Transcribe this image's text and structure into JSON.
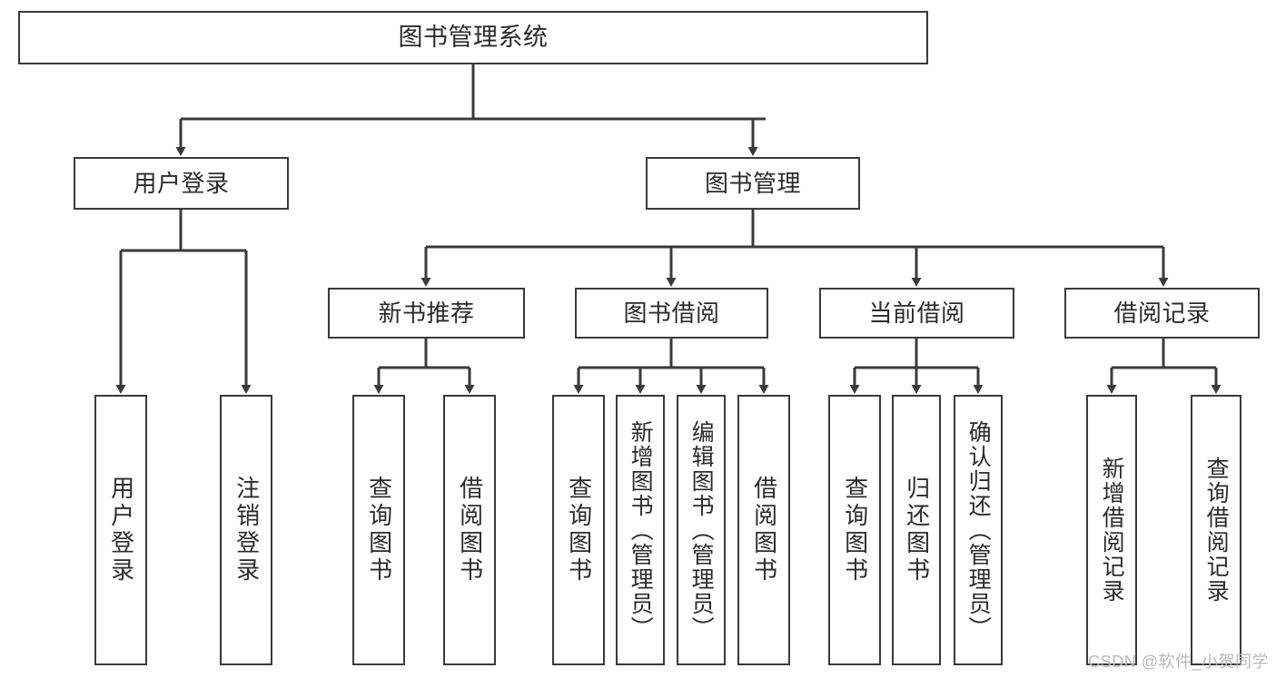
{
  "diagram": {
    "title": "图书管理系统",
    "watermark": "CSDN @软件_小贺同学",
    "colors": {
      "border": "#3a3a3a",
      "text": "#2b2b2b",
      "background": "#ffffff",
      "connector": "#3a3a3a",
      "watermark": "#b9b9b9"
    },
    "root": {
      "label": "图书管理系统"
    },
    "level2": [
      {
        "label": "用户登录"
      },
      {
        "label": "图书管理"
      }
    ],
    "level3": [
      {
        "label": "新书推荐"
      },
      {
        "label": "图书借阅"
      },
      {
        "label": "当前借阅"
      },
      {
        "label": "借阅记录"
      }
    ],
    "leaves": {
      "user_login": [
        {
          "label": "用户登录"
        },
        {
          "label": "注销登录"
        }
      ],
      "new_book_recommend": [
        {
          "label": "查询图书"
        },
        {
          "label": "借阅图书"
        }
      ],
      "book_borrow": [
        {
          "label": "查询图书"
        },
        {
          "label": "新增图书（管理员）"
        },
        {
          "label": "编辑图书（管理员）"
        },
        {
          "label": "借阅图书"
        }
      ],
      "current_borrow": [
        {
          "label": "查询图书"
        },
        {
          "label": "归还图书"
        },
        {
          "label": "确认归还（管理员）"
        }
      ],
      "borrow_record": [
        {
          "label": "新增借阅记录"
        },
        {
          "label": "查询借阅记录"
        }
      ]
    }
  }
}
